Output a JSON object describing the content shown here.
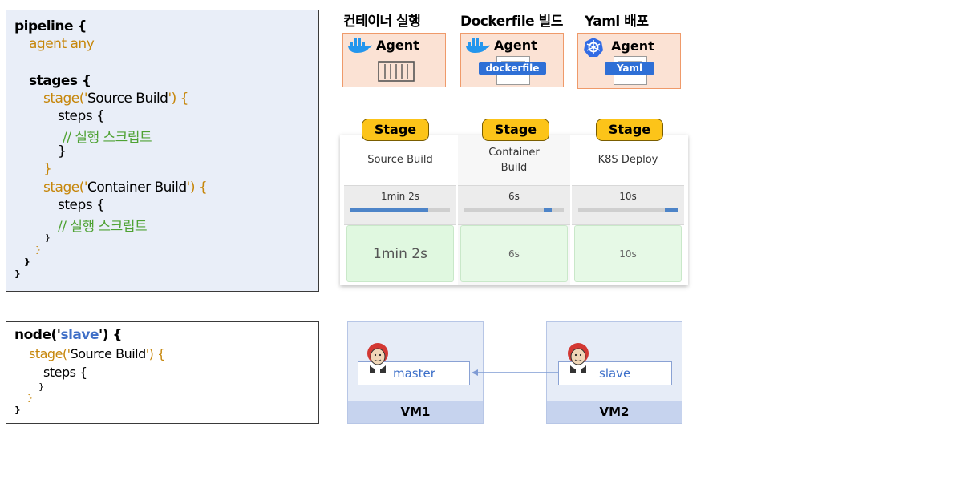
{
  "pipeline_code": {
    "l1": "pipeline {",
    "l2": "agent any",
    "l3": "stages {",
    "l4a": "stage('",
    "l4b": "Source Build",
    "l4c": "') {",
    "l5": "steps {",
    "l6": "// 실행 스크립트",
    "l7": "}",
    "l8": "}",
    "l9a": "stage('",
    "l9b": "Container Build",
    "l9c": "') {",
    "l10": "steps {",
    "l11": "// 실행 스크립트",
    "l12": "}",
    "l13": "}",
    "l14": "}",
    "l15": "}"
  },
  "node_code": {
    "l1a": "node('",
    "l1b": "slave",
    "l1c": "') {",
    "l2a": "stage('",
    "l2b": "Source Build",
    "l2c": "') {",
    "l3": "steps {",
    "l4": "}",
    "l5": "}",
    "l6": "}"
  },
  "agents": [
    {
      "heading": "컨테이너 실행",
      "label": "Agent",
      "icon": "docker-whale-icon",
      "sub_icon": "container-icon"
    },
    {
      "heading": "Dockerfile 빌드",
      "label": "Agent",
      "icon": "docker-whale-icon",
      "tag": "dockerfile"
    },
    {
      "heading": "Yaml 배포",
      "label": "Agent",
      "icon": "kubernetes-icon",
      "tag": "Yaml"
    }
  ],
  "stage_view": {
    "pill_label": "Stage",
    "columns": [
      {
        "name": "Source Build",
        "time": "1min 2s",
        "bar_fill": 0.78,
        "cell": "1min 2s"
      },
      {
        "name_l1": "Container",
        "name_l2": "Build",
        "time": "6s",
        "bar_fill": 0.08,
        "cell": "6s"
      },
      {
        "name": "K8S Deploy",
        "time": "10s",
        "bar_fill": 0.13,
        "cell": "10s"
      }
    ]
  },
  "vms": [
    {
      "node": "master",
      "footer": "VM1",
      "icon": "jenkins-icon"
    },
    {
      "node": "slave",
      "footer": "VM2",
      "icon": "jenkins-icon"
    }
  ],
  "colors": {
    "orange_keyword": "#c6860a",
    "green_comment": "#4fa234",
    "blue_value": "#3f6fc7",
    "stage_pill": "#fcc419",
    "agent_box": "#fbe2d4",
    "vm_box": "#e6ecf7"
  }
}
